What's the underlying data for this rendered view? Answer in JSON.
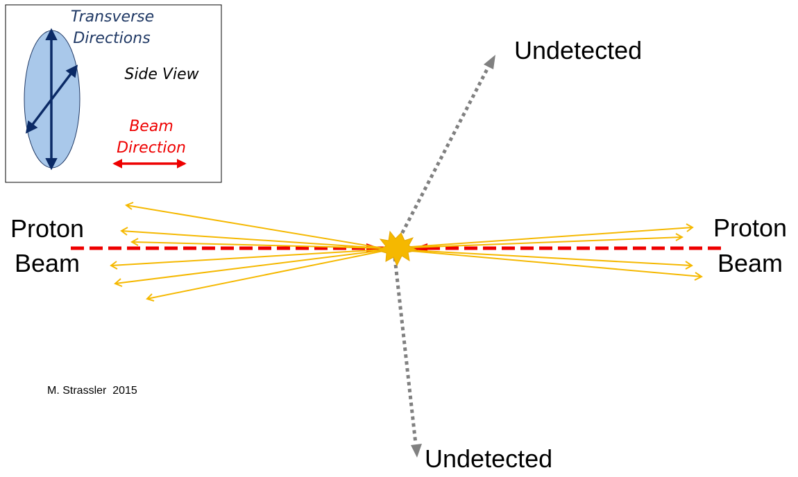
{
  "inset": {
    "transverse_label_line1": "Transverse",
    "transverse_label_line2": "Directions",
    "side_view_label": "Side View",
    "beam_label_line1": "Beam",
    "beam_label_line2": "Direction"
  },
  "labels": {
    "undetected_top": "Undetected",
    "undetected_bottom": "Undetected",
    "proton_left_line1": "Proton",
    "proton_left_line2": "Beam",
    "proton_right_line1": "Proton",
    "proton_right_line2": "Beam",
    "credit": "M. Strassler  2015"
  },
  "colors": {
    "transverse_text": "#1f3864",
    "beam_text": "#ee0000",
    "beam_line": "#ee0000",
    "particle_tracks": "#f5b800",
    "undetected_tracks": "#808080",
    "ellipse_fill": "#a9c8ea",
    "ellipse_arrows": "#0b2a66",
    "collision_burst": "#f5b800"
  }
}
